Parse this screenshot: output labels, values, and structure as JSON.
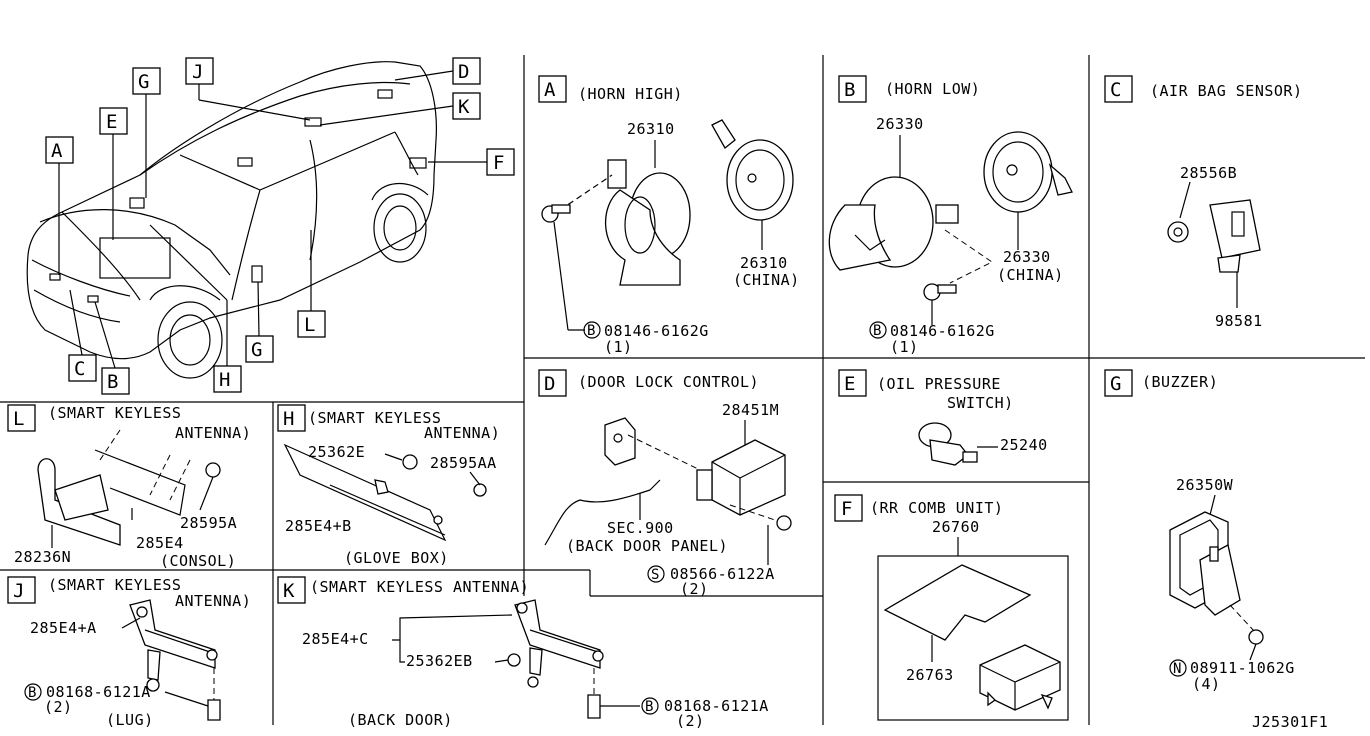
{
  "diagram_code": "J25301F1",
  "overview": {
    "callouts": [
      "A",
      "B",
      "C",
      "D",
      "E",
      "F",
      "G",
      "H",
      "J",
      "K",
      "L"
    ]
  },
  "sections": {
    "A": {
      "letter": "A",
      "title": "(HORN HIGH)",
      "part1": "26310",
      "part2": "26310",
      "part2_note": "(CHINA)",
      "bolt_symbol": "B",
      "bolt": "08146-6162G",
      "qty": "(1)"
    },
    "B": {
      "letter": "B",
      "title": "(HORN LOW)",
      "part1": "26330",
      "part2": "26330",
      "part2_note": "(CHINA)",
      "bolt_symbol": "B",
      "bolt": "08146-6162G",
      "qty": "(1)"
    },
    "C": {
      "letter": "C",
      "title": "(AIR BAG SENSOR)",
      "nut": "28556B",
      "sensor": "98581"
    },
    "D": {
      "letter": "D",
      "title": "(DOOR LOCK CONTROL)",
      "part": "28451M",
      "sec": "SEC.900",
      "sec_note": "(BACK DOOR PANEL)",
      "screw_symbol": "S",
      "screw": "08566-6122A",
      "qty": "(2)"
    },
    "E": {
      "letter": "E",
      "title1": "(OIL PRESSURE",
      "title2": "SWITCH)",
      "part": "25240"
    },
    "F": {
      "letter": "F",
      "title": "(RR COMB UNIT)",
      "assembly": "26760",
      "part": "26763"
    },
    "G": {
      "letter": "G",
      "title": "(BUZZER)",
      "part": "26350W",
      "nut_symbol": "N",
      "nut": "08911-1062G",
      "qty": "(4)"
    },
    "L": {
      "letter": "L",
      "title1": "(SMART KEYLESS",
      "title2": "ANTENNA)",
      "bracket": "28236N",
      "screw": "28595A",
      "antenna": "285E4",
      "note": "(CONSOL)"
    },
    "H": {
      "letter": "H",
      "title1": "(SMART KEYLESS",
      "title2": "ANTENNA)",
      "wire": "25362E",
      "screw": "28595AA",
      "antenna": "285E4+B",
      "note": "(GLOVE BOX)"
    },
    "J": {
      "letter": "J",
      "title1": "(SMART KEYLESS",
      "title2": "ANTENNA)",
      "antenna": "285E4+A",
      "bolt_symbol": "B",
      "bolt": "08168-6121A",
      "qty": "(2)",
      "note": "(LUG)"
    },
    "K": {
      "letter": "K",
      "title": "(SMART KEYLESS ANTENNA)",
      "antenna": "285E4+C",
      "wire": "25362EB",
      "bolt_symbol": "B",
      "bolt": "08168-6121A",
      "qty": "(2)",
      "note": "(BACK DOOR)"
    }
  }
}
